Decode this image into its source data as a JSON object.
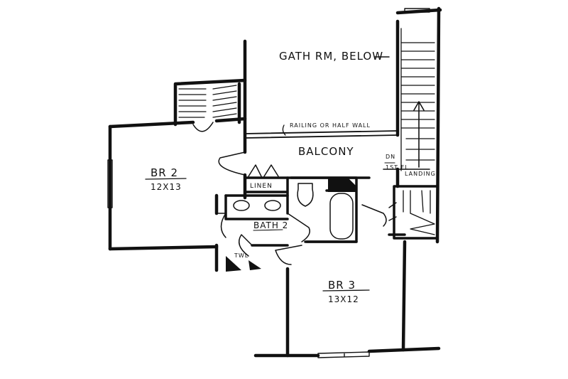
{
  "colors": {
    "ink": "#111111",
    "paper": "#ffffff"
  },
  "labels": {
    "gathering_room": "GATH RM, BELOW",
    "railing_note": "RAILING OR HALF WALL",
    "balcony": "BALCONY",
    "bedroom2_name": "BR 2",
    "bedroom2_size": "12X13",
    "linen": "LINEN",
    "bath2": "BATH 2",
    "toilet": "TWL",
    "bedroom3_name": "BR 3",
    "bedroom3_size": "13X12",
    "stair_dn": "DN",
    "stair_level": "1ST FL",
    "landing": "LANDING"
  }
}
